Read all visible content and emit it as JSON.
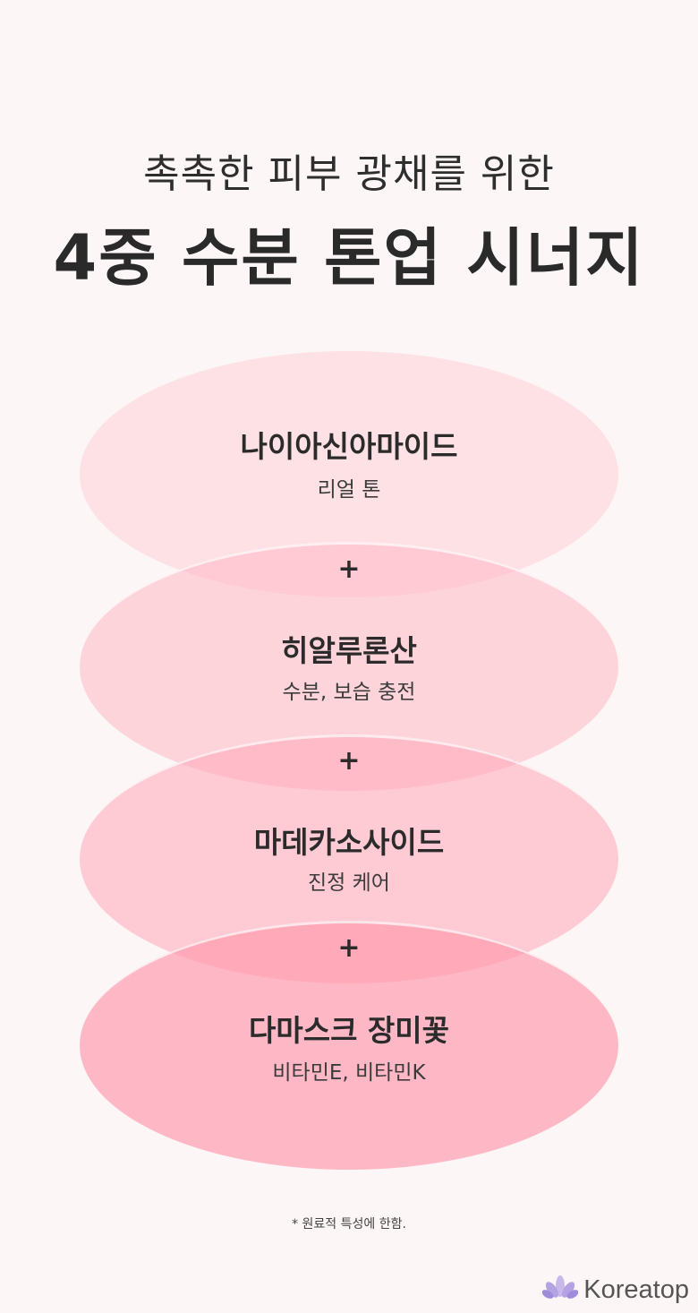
{
  "header": {
    "subtitle": "촉촉한 피부 광채를 위한",
    "title": "4중 수분 톤업 시너지"
  },
  "ingredients": [
    {
      "name": "나이아신아마이드",
      "benefit": "리얼 톤"
    },
    {
      "name": "히알루론산",
      "benefit": "수분, 보습 충전"
    },
    {
      "name": "마데카소사이드",
      "benefit": "진정 케어"
    },
    {
      "name": "다마스크 장미꽃",
      "benefit": "비타민E, 비타민K"
    }
  ],
  "plus_sign": "+",
  "footnote": "* 원료적 특성에 한함.",
  "brand": {
    "name": "Koreatop",
    "icon": "lotus-icon"
  },
  "colors": {
    "background": "#fcf6f6",
    "ellipse_1": "#ffdfe3",
    "ellipse_4": "#ffa9b8",
    "text": "#2b2b2b"
  }
}
